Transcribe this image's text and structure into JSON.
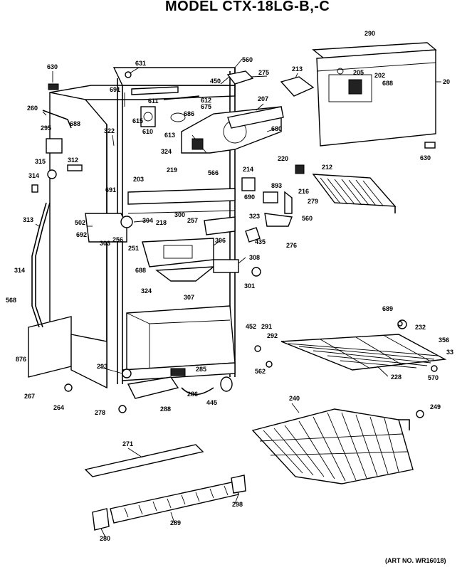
{
  "title": "MODEL CTX-18LG-B,-C",
  "art_number": "(ART NO. WR16018)",
  "part_labels": {
    "p630a": "630",
    "p631": "631",
    "p560": "560",
    "p275": "275",
    "p213": "213",
    "p290": "290",
    "p205": "205",
    "p202": "202",
    "p688a": "688",
    "p20": "20",
    "p450": "450",
    "p691a": "691",
    "p611": "611",
    "p612": "612",
    "p615": "615",
    "p675": "675",
    "p207": "207",
    "p260": "260",
    "p686": "686",
    "p295": "295",
    "p688b": "688",
    "p322": "322",
    "p610": "610",
    "p613": "613",
    "p680": "680",
    "p324a": "324",
    "p630b": "630",
    "p315": "315",
    "p312": "312",
    "p220": "220",
    "p314a": "314",
    "p219": "219",
    "p566": "566",
    "p214": "214",
    "p212": "212",
    "p203": "203",
    "p690": "690",
    "p893": "893",
    "p216": "216",
    "p279": "279",
    "p691b": "691",
    "p313": "313",
    "p502": "502",
    "p304": "304",
    "p300": "300",
    "p218": "218",
    "p257": "257",
    "p323": "323",
    "p560b": "560",
    "p692": "692",
    "p303": "303",
    "p256": "256",
    "p435": "435",
    "p306": "306",
    "p276": "276",
    "p251": "251",
    "p308": "308",
    "p688c": "688",
    "p314b": "314",
    "p568": "568",
    "p301": "301",
    "p307": "307",
    "p324b": "324",
    "p689": "689",
    "p232": "232",
    "p452": "452",
    "p291": "291",
    "p292": "292",
    "p356": "356",
    "p876": "876",
    "p293": "293",
    "p285": "285",
    "p33": "33",
    "p562": "562",
    "p228": "228",
    "p570": "570",
    "p267": "267",
    "p286": "286",
    "p445": "445",
    "p264": "264",
    "p278": "278",
    "p288": "288",
    "p240": "240",
    "p249": "249",
    "p271": "271",
    "p298": "298",
    "p289": "289",
    "p280": "280"
  }
}
